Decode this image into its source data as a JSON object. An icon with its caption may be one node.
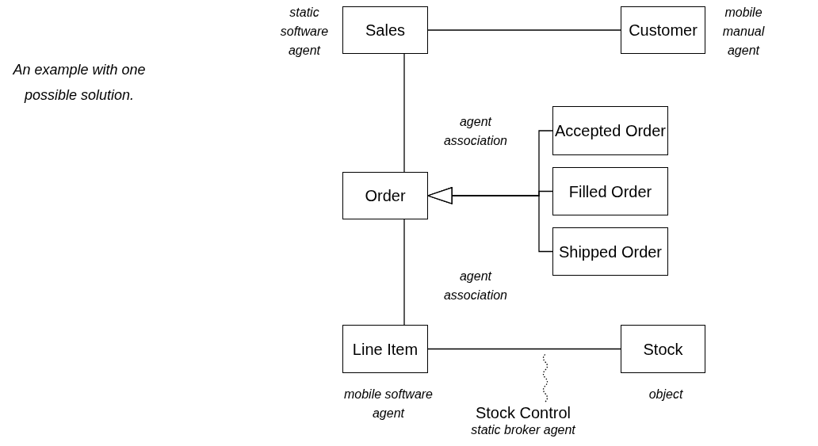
{
  "diagram": {
    "nodes": [
      {
        "text": [
          "Sales"
        ],
        "beside": [
          "static software agent"
        ]
      },
      {
        "text": [
          "Customer"
        ],
        "beside": [
          "mobile manual agent"
        ]
      },
      {
        "text": [
          "Accepted Order"
        ]
      },
      {
        "text": [
          "Order"
        ]
      },
      {
        "text": [
          "Filled Order"
        ]
      },
      {
        "text": [
          "Shipped Order"
        ]
      },
      {
        "text": [
          "Line Item"
        ],
        "beside": [
          "mobile software agent"
        ]
      },
      {
        "text": [
          "Stock"
        ],
        "beside": [
          "object"
        ]
      },
      {
        "text": [
          "Stock Control",
          "static broker agent"
        ]
      }
    ],
    "edges": [
      {
        "from": 0,
        "to": 1,
        "arrow": "none"
      },
      {
        "from": 0,
        "to": 3,
        "arrow": "none",
        "label": "agent association"
      },
      {
        "from": 2,
        "to": 3,
        "arrow": "to"
      },
      {
        "from": 4,
        "to": 3,
        "arrow": "to"
      },
      {
        "from": 5,
        "to": 3,
        "arrow": "to"
      },
      {
        "from": 3,
        "to": 6,
        "arrow": "none",
        "label": "agent association"
      },
      {
        "from": 6,
        "to": 7,
        "arrow": "none"
      },
      {
        "from": 8,
        "to": null,
        "arrow": "none",
        "style": "dashed"
      }
    ],
    "labels": [
      "An example with one possible solution."
    ]
  }
}
